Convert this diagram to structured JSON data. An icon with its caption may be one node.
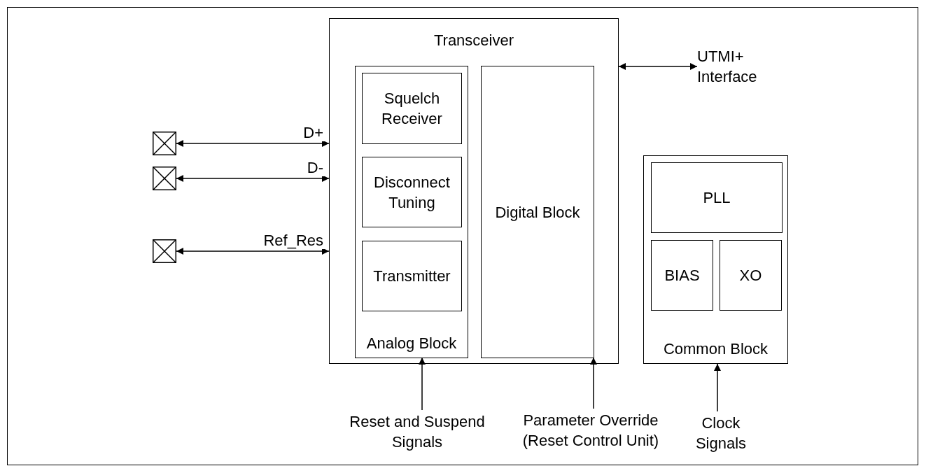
{
  "diagram": {
    "nodes": [
      {
        "text": [
          "Transceiver"
        ]
      },
      {
        "text": [
          "Analog Block"
        ],
        "in": 0
      },
      {
        "text": [
          "Squelch Receiver"
        ],
        "in": 1
      },
      {
        "text": [
          "Disconnect Tuning"
        ],
        "in": 1
      },
      {
        "text": [
          "Transmitter"
        ],
        "in": 1
      },
      {
        "text": [
          "Digital Block"
        ],
        "in": 0
      },
      {
        "text": [
          "Common Block"
        ]
      },
      {
        "text": [
          "PLL"
        ],
        "in": 6
      },
      {
        "text": [
          "BIAS"
        ],
        "in": 6
      },
      {
        "text": [
          "XO"
        ],
        "in": 6
      },
      {
        "text": [],
        "shape": "box"
      },
      {
        "text": [],
        "shape": "box"
      },
      {
        "text": [],
        "shape": "box"
      },
      {
        "text": [
          "UTMI+ Interface"
        ]
      },
      {
        "text": [
          "Reset and Suspend Signals"
        ]
      },
      {
        "text": [
          "Parameter Override (Reset Control Unit)"
        ]
      },
      {
        "text": [
          "Clock Signals"
        ]
      }
    ],
    "edges": [
      {
        "from": 10,
        "to": 0,
        "arrow": "both",
        "label": "D+"
      },
      {
        "from": 11,
        "to": 0,
        "arrow": "both",
        "label": "D-"
      },
      {
        "from": 12,
        "to": 0,
        "arrow": "both",
        "label": "Ref_Res"
      },
      {
        "from": 0,
        "to": 13,
        "arrow": "both"
      },
      {
        "from": 14,
        "to": 1,
        "arrow": "to"
      },
      {
        "from": 15,
        "to": 5,
        "arrow": "to"
      },
      {
        "from": 16,
        "to": 6,
        "arrow": "to"
      }
    ]
  }
}
